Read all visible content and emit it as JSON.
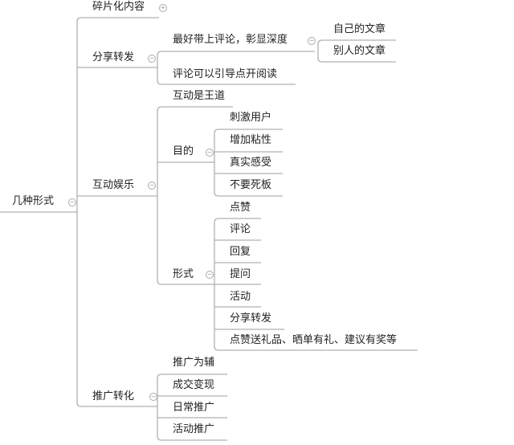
{
  "root": {
    "label": "几种形式",
    "toggle": "−"
  },
  "branches": {
    "fragment": {
      "label": "碎片化内容",
      "toggle": "+"
    },
    "share": {
      "label": "分享转发",
      "toggle": "−",
      "children": [
        {
          "label": "最好带上评论，彰显深度",
          "toggle": "−",
          "children": [
            {
              "label": "自己的文章"
            },
            {
              "label": "别人的文章"
            }
          ]
        },
        {
          "label": "评论可以引导点开阅读"
        }
      ]
    },
    "interact": {
      "label": "互动娱乐",
      "toggle": "−",
      "children": [
        {
          "label": "互动是王道"
        },
        {
          "label": "目的",
          "toggle": "−",
          "children": [
            {
              "label": "刺激用户"
            },
            {
              "label": "增加粘性"
            },
            {
              "label": "真实感受"
            },
            {
              "label": "不要死板"
            }
          ]
        },
        {
          "label": "形式",
          "toggle": "−",
          "children": [
            {
              "label": "点赞"
            },
            {
              "label": "评论"
            },
            {
              "label": "回复"
            },
            {
              "label": "提问"
            },
            {
              "label": "活动"
            },
            {
              "label": "分享转发"
            },
            {
              "label": "点赞送礼品、晒单有礼、建议有奖等"
            }
          ]
        }
      ]
    },
    "promo": {
      "label": "推广转化",
      "toggle": "−",
      "children": [
        {
          "label": "推广为辅"
        },
        {
          "label": "成交变现"
        },
        {
          "label": "日常推广"
        },
        {
          "label": "活动推广"
        }
      ]
    }
  }
}
